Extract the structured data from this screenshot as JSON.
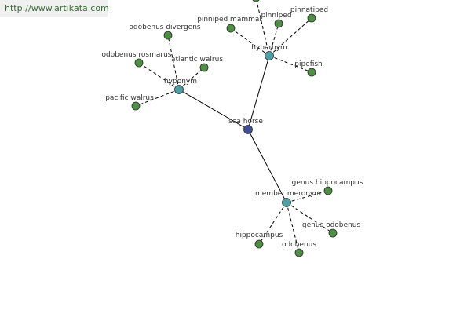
{
  "source_link": "http://www.artikata.com",
  "colors": {
    "center": "#3d4f96",
    "relation": "#4e9ea6",
    "leaf": "#4f8f45",
    "node_stroke": "#2b2b2b",
    "edge": "#000000"
  },
  "nodes": [
    {
      "id": "sea-horse",
      "label": "sea horse",
      "kind": "center"
    },
    {
      "id": "hyponym",
      "label": "hyponym",
      "kind": "relation"
    },
    {
      "id": "hypernym",
      "label": "hypernym",
      "kind": "relation"
    },
    {
      "id": "member-meronym",
      "label": "member meronym",
      "kind": "relation"
    },
    {
      "id": "odobenus-divergens",
      "label": "odobenus divergens",
      "kind": "leaf"
    },
    {
      "id": "odobenus-rosmarus",
      "label": "odobenus rosmarus",
      "kind": "leaf"
    },
    {
      "id": "atlantic-walrus",
      "label": "atlantic walrus",
      "kind": "leaf"
    },
    {
      "id": "pacific-walrus",
      "label": "pacific walrus",
      "kind": "leaf"
    },
    {
      "id": "pinniped-mammal",
      "label": "pinniped mammal",
      "kind": "leaf"
    },
    {
      "id": "pinniped",
      "label": "pinniped",
      "kind": "leaf"
    },
    {
      "id": "pinnatiped",
      "label": "pinnatiped",
      "kind": "leaf"
    },
    {
      "id": "pipefish",
      "label": "pipefish",
      "kind": "leaf"
    },
    {
      "id": "top-unlabeled",
      "label": "",
      "kind": "leaf"
    },
    {
      "id": "genus-hippocampus",
      "label": "genus hippocampus",
      "kind": "leaf"
    },
    {
      "id": "genus-odobenus",
      "label": "genus odobenus",
      "kind": "leaf"
    },
    {
      "id": "hippocampus",
      "label": "hippocampus",
      "kind": "leaf"
    },
    {
      "id": "odobenus",
      "label": "odobenus",
      "kind": "leaf"
    }
  ],
  "edges": [
    {
      "from": "sea-horse",
      "to": "hyponym",
      "style": "solid"
    },
    {
      "from": "sea-horse",
      "to": "hypernym",
      "style": "solid"
    },
    {
      "from": "sea-horse",
      "to": "member-meronym",
      "style": "solid"
    },
    {
      "from": "hyponym",
      "to": "odobenus-divergens",
      "style": "dashed"
    },
    {
      "from": "hyponym",
      "to": "odobenus-rosmarus",
      "style": "dashed"
    },
    {
      "from": "hyponym",
      "to": "atlantic-walrus",
      "style": "dashed"
    },
    {
      "from": "hyponym",
      "to": "pacific-walrus",
      "style": "dashed"
    },
    {
      "from": "hypernym",
      "to": "pinniped-mammal",
      "style": "dashed"
    },
    {
      "from": "hypernym",
      "to": "pinniped",
      "style": "dashed"
    },
    {
      "from": "hypernym",
      "to": "pinnatiped",
      "style": "dashed"
    },
    {
      "from": "hypernym",
      "to": "pipefish",
      "style": "dashed"
    },
    {
      "from": "hypernym",
      "to": "top-unlabeled",
      "style": "dashed"
    },
    {
      "from": "member-meronym",
      "to": "genus-hippocampus",
      "style": "dashed"
    },
    {
      "from": "member-meronym",
      "to": "genus-odobenus",
      "style": "dashed"
    },
    {
      "from": "member-meronym",
      "to": "hippocampus",
      "style": "dashed"
    },
    {
      "from": "member-meronym",
      "to": "odobenus",
      "style": "dashed"
    }
  ]
}
